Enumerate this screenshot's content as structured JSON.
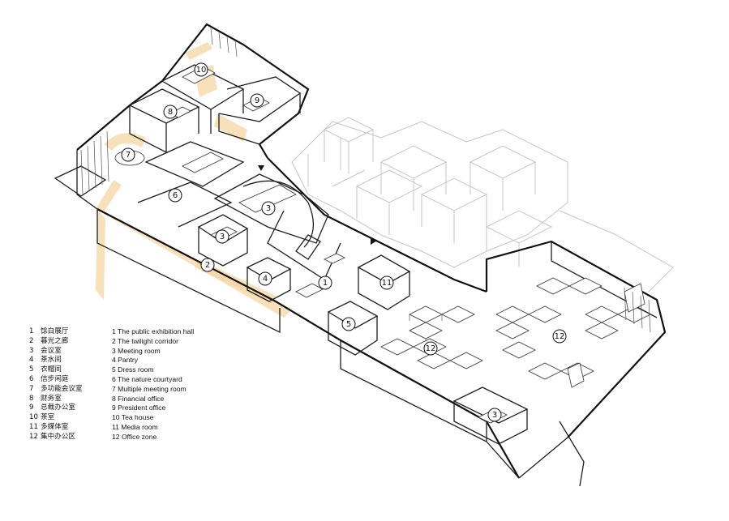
{
  "rooms": [
    {
      "num": "1",
      "cn": "馀白展厅",
      "en": "1 The public exhibition hall"
    },
    {
      "num": "2",
      "cn": "暮光之廊",
      "en": "2 The twilight corridor"
    },
    {
      "num": "3",
      "cn": "会议室",
      "en": "3 Meeting room"
    },
    {
      "num": "4",
      "cn": "茶水间",
      "en": "4 Pantry"
    },
    {
      "num": "5",
      "cn": "衣帽间",
      "en": "5 Dress room"
    },
    {
      "num": "6",
      "cn": "信步闲庭",
      "en": "6 The nature courtyard"
    },
    {
      "num": "7",
      "cn": "多功能会议室",
      "en": "7 Multiple meeting room"
    },
    {
      "num": "8",
      "cn": "财务室",
      "en": "8 Financial office"
    },
    {
      "num": "9",
      "cn": "总裁办公室",
      "en": "9 President office"
    },
    {
      "num": "10",
      "cn": "茶室",
      "en": "10 Tea house"
    },
    {
      "num": "11",
      "cn": "多媒体室",
      "en": "11 Media room"
    },
    {
      "num": "12",
      "cn": "集中办公区",
      "en": "12 Office zone"
    }
  ],
  "markers": [
    "10",
    "9",
    "8",
    "7",
    "6",
    "3",
    "3",
    "2",
    "4",
    "1",
    "11",
    "5",
    "12",
    "12",
    "3"
  ]
}
